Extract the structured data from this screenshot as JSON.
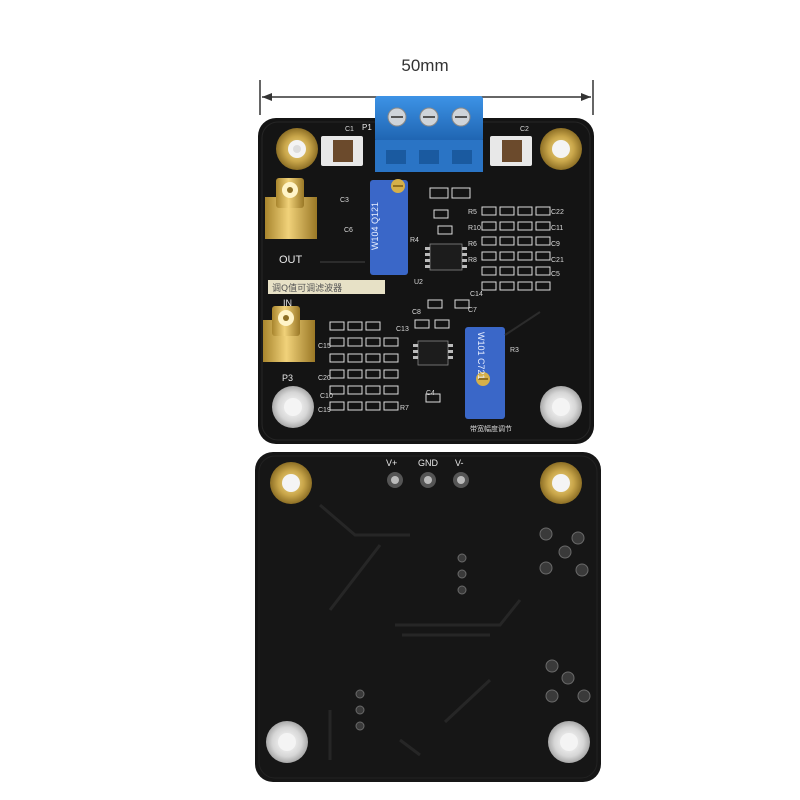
{
  "dimension": {
    "label": "50mm"
  },
  "top_board": {
    "terminal_label": "P1",
    "out_label": "OUT",
    "in_label": "IN",
    "p3_label": "P3",
    "chip_labels": [
      "U2"
    ],
    "pot_top_text": "W104 Q121",
    "pot_bottom_text": "W101 C721",
    "cap_labels": [
      "C1",
      "C2",
      "C3",
      "C4",
      "C5",
      "C6",
      "C7",
      "C8",
      "C9",
      "C10",
      "C11",
      "C13",
      "C14",
      "C15",
      "C19",
      "C20",
      "C21",
      "C22"
    ],
    "resistor_labels": [
      "R3",
      "R4",
      "R5",
      "R6",
      "R7",
      "R8",
      "R10"
    ],
    "name_strip_text": "调Q值可调滤波器",
    "bottom_strip_text": "带宽幅度调节"
  },
  "bottom_board": {
    "pin_labels": [
      "V+",
      "GND",
      "V-"
    ]
  },
  "colors": {
    "pcb": "#121212",
    "gold": "#c9a64a",
    "terminal_blue": "#2e7fd0",
    "pot_blue": "#3a67c8"
  }
}
